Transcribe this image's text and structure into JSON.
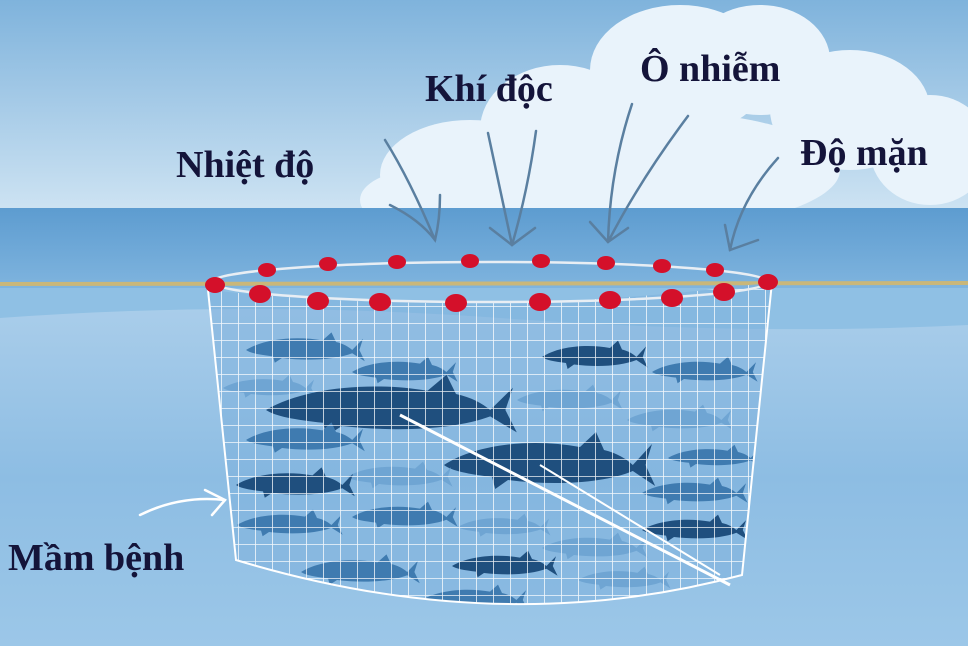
{
  "labels": {
    "temperature": "Nhiệt độ",
    "toxic_gas": "Khí độc",
    "pollution": "Ô nhiễm",
    "salinity": "Độ mặn",
    "pathogen": "Mầm bệnh"
  },
  "colors": {
    "buoy": "#d4102a",
    "fish_dark": "#1f4f7e",
    "fish_mid": "#3f7bb0",
    "fish_light": "#6fa5d3",
    "label_text": "#14143a"
  }
}
